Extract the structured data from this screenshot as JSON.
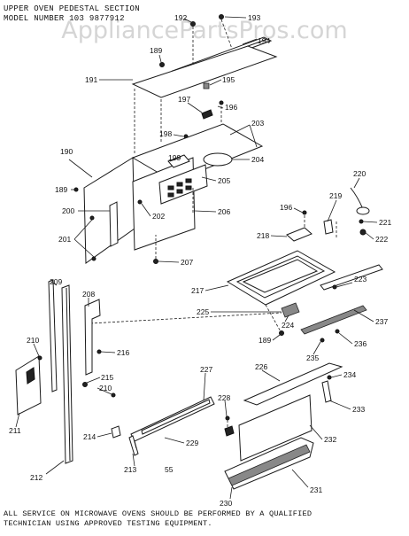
{
  "header": {
    "line1": "UPPER OVEN PEDESTAL SECTION",
    "line2": "MODEL NUMBER 103 9877912"
  },
  "watermark": "AppliancePartsPros.com",
  "part_labels": [
    "192",
    "193",
    "194",
    "189",
    "191",
    "195",
    "197",
    "196",
    "198",
    "203",
    "199",
    "204",
    "190",
    "205",
    "189",
    "202",
    "206",
    "200",
    "201",
    "207",
    "220",
    "196",
    "219",
    "221",
    "218",
    "222",
    "209",
    "208",
    "217",
    "223",
    "225",
    "224",
    "237",
    "189",
    "210",
    "216",
    "235",
    "236",
    "226",
    "234",
    "227",
    "215",
    "210",
    "228",
    "233",
    "214",
    "229",
    "232",
    "211",
    "213",
    "55",
    "212",
    "230",
    "231"
  ],
  "footer": {
    "line1": "ALL SERVICE ON MICROWAVE OVENS SHOULD BE PERFORMED BY A QUALIFIED",
    "line2": "TECHNICIAN USING APPROVED TESTING EQUIPMENT."
  }
}
